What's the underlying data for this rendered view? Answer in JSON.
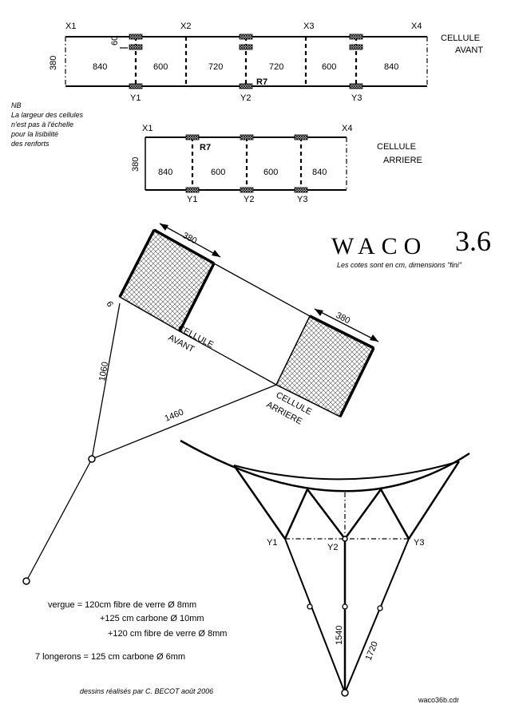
{
  "front_cell": {
    "x_labels": [
      "X1",
      "X2",
      "X3",
      "X4"
    ],
    "height": "380",
    "spar_offset": "60",
    "widths": [
      "840",
      "600",
      "720",
      "720",
      "600",
      "840"
    ],
    "y_labels": [
      "Y1",
      "Y2",
      "Y3"
    ],
    "marker": "R7",
    "name_line1": "CELLULE",
    "name_line2": "AVANT"
  },
  "note": {
    "lines": [
      "NB",
      "La largeur des cellules",
      "n'est pas à l'échelle",
      "pour la lisibilité",
      "des renforts"
    ]
  },
  "rear_cell": {
    "x_labels": [
      "X1",
      "X4"
    ],
    "height": "380",
    "widths": [
      "840",
      "600",
      "600",
      "840"
    ],
    "y_labels": [
      "Y1",
      "Y2",
      "Y3"
    ],
    "marker": "R7",
    "name_line1": "CELLULE",
    "name_line2": "ARRIERE"
  },
  "title": {
    "name": "WACO",
    "version": "3.6",
    "subtitle": "Les cotes sont en cm, dimensions \"fini\""
  },
  "side_view": {
    "front_depth": "380",
    "rear_depth": "380",
    "front_label_1": "CELLULE",
    "front_label_2": "AVANT",
    "rear_label_1": "CELLULE",
    "rear_label_2": "ARRIERE",
    "corner_mark": "6",
    "bridle_upper": "1060",
    "bridle_lower": "1460"
  },
  "bridle_view": {
    "y_labels": [
      "Y1",
      "Y2",
      "Y3"
    ],
    "leg_center": "1540",
    "leg_side": "1720"
  },
  "specs": [
    "vergue = 120cm fibre de verre Ø 8mm",
    "+125 cm carbone Ø 10mm",
    "+120 cm fibre de verre Ø 8mm",
    "7 longerons = 125 cm  carbone Ø 6mm"
  ],
  "credit": "dessins réalisés par C. BECOT    août  2006",
  "filename": "waco36b.cdr"
}
